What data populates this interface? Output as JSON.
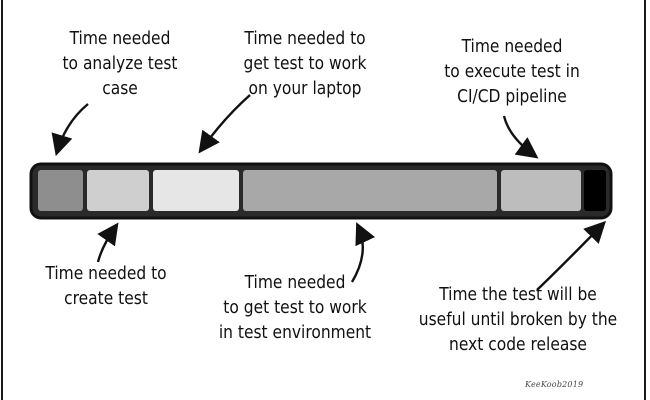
{
  "labels": {
    "analyze": [
      "Time needed",
      "to analyze test",
      "case"
    ],
    "laptop": [
      "Time needed to",
      "get test to work",
      "on your laptop"
    ],
    "pipeline": [
      "Time needed",
      "to execute test in",
      "CI/CD pipeline"
    ],
    "create": [
      "Time needed to",
      "create test"
    ],
    "environment": [
      "Time needed",
      "to get test to work",
      "in test environment"
    ],
    "useful": [
      "Time the test will be",
      "useful until broken by the",
      "next code release"
    ]
  },
  "signature": "KeeKoob2019",
  "segments": [
    {
      "name": "analyze-segment",
      "color": "#8e8e8e"
    },
    {
      "name": "create-segment",
      "color": "#cfcfcf"
    },
    {
      "name": "laptop-segment",
      "color": "#e6e6e6"
    },
    {
      "name": "environment-segment",
      "color": "#a8a8a8"
    },
    {
      "name": "pipeline-segment",
      "color": "#bdbdbd"
    },
    {
      "name": "useful-segment",
      "color": "#000000"
    }
  ]
}
